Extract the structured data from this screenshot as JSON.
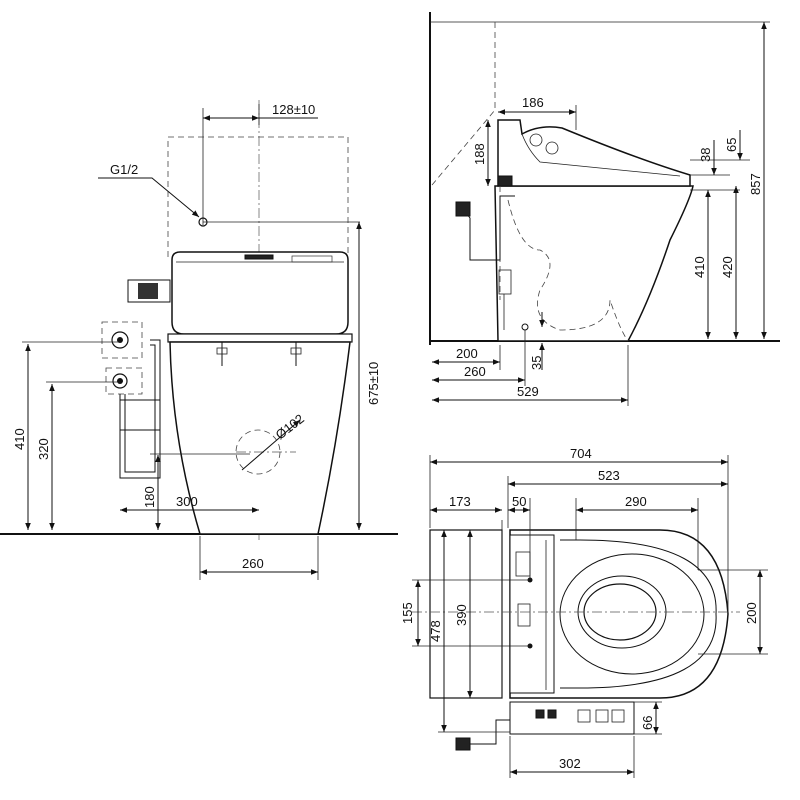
{
  "front_view": {
    "dim_128": "128±10",
    "thread_label": "G1/2",
    "dim_675": "675±10",
    "dim_410": "410",
    "dim_320": "320",
    "dim_180": "180",
    "dim_300": "300",
    "dim_260": "260",
    "dim_diameter": "Ø102"
  },
  "side_view": {
    "dim_186": "186",
    "dim_188": "188",
    "dim_38": "38",
    "dim_65": "65",
    "dim_857": "857",
    "dim_410": "410",
    "dim_420": "420",
    "dim_200": "200",
    "dim_260": "260",
    "dim_35": "35",
    "dim_529": "529"
  },
  "top_view": {
    "dim_704": "704",
    "dim_523": "523",
    "dim_173": "173",
    "dim_50": "50",
    "dim_290": "290",
    "dim_155": "155",
    "dim_478": "478",
    "dim_390": "390",
    "dim_200": "200",
    "dim_66": "66",
    "dim_302": "302"
  }
}
